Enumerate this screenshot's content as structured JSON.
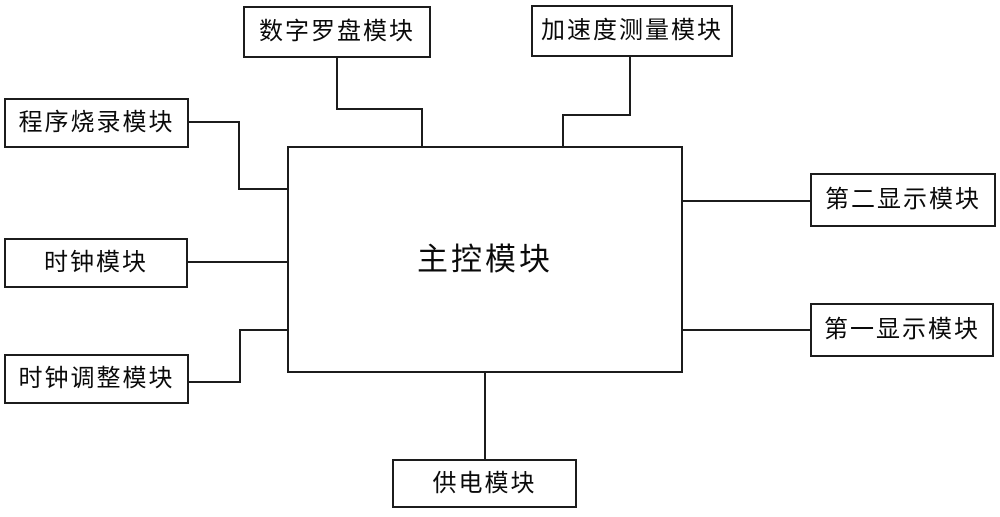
{
  "diagram": {
    "type": "block-diagram",
    "language": "zh-CN",
    "nodes": {
      "digital_compass": {
        "label": "数字罗盘模块"
      },
      "acceleration": {
        "label": "加速度测量模块"
      },
      "program_burn": {
        "label": "程序烧录模块"
      },
      "clock": {
        "label": "时钟模块"
      },
      "clock_adjust": {
        "label": "时钟调整模块"
      },
      "main_control": {
        "label": "主控模块"
      },
      "second_display": {
        "label": "第二显示模块"
      },
      "first_display": {
        "label": "第一显示模块"
      },
      "power": {
        "label": "供电模块"
      }
    },
    "edges": [
      {
        "from": "digital_compass",
        "to": "main_control"
      },
      {
        "from": "acceleration",
        "to": "main_control"
      },
      {
        "from": "program_burn",
        "to": "main_control"
      },
      {
        "from": "clock",
        "to": "main_control"
      },
      {
        "from": "clock_adjust",
        "to": "main_control"
      },
      {
        "from": "main_control",
        "to": "second_display"
      },
      {
        "from": "main_control",
        "to": "first_display"
      },
      {
        "from": "main_control",
        "to": "power"
      }
    ],
    "colors": {
      "background": "#ffffff",
      "line": "#1c1c1c",
      "text": "#0a0a0a"
    }
  }
}
